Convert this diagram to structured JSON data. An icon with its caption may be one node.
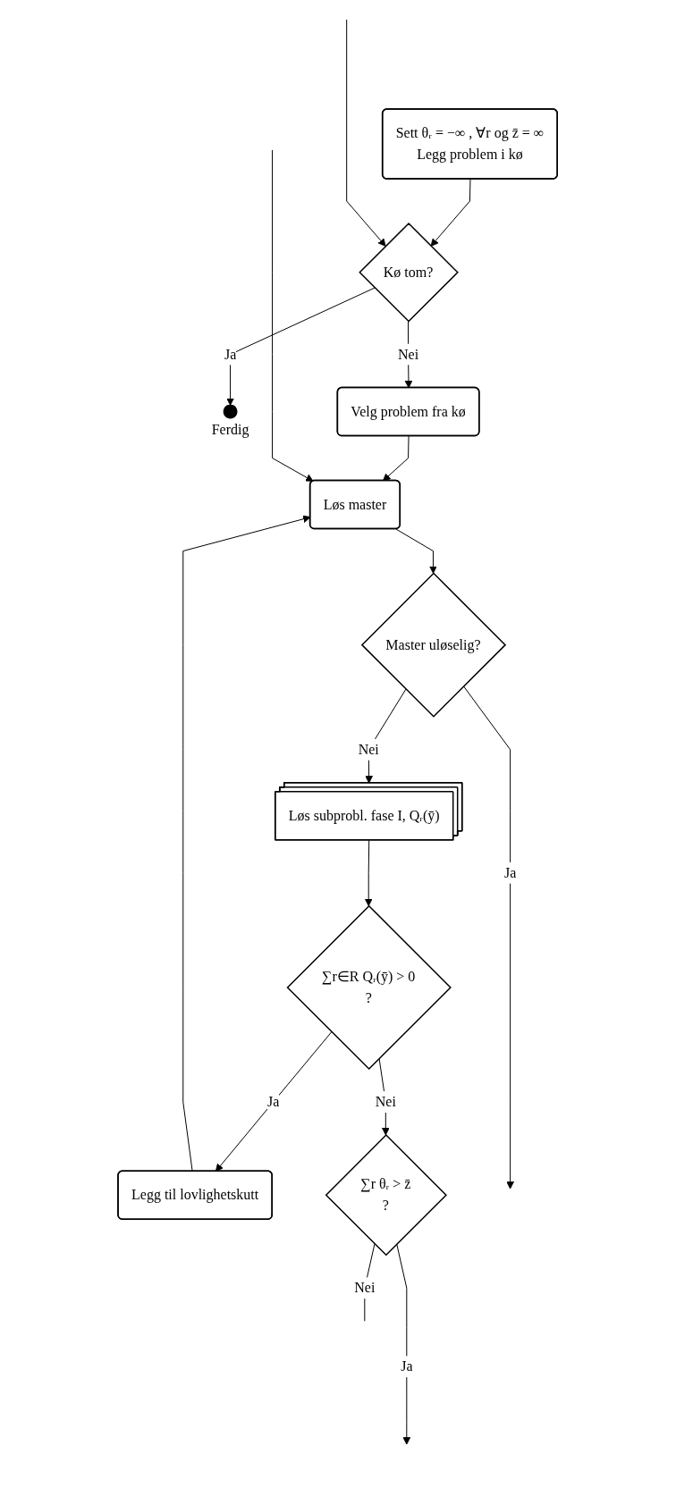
{
  "diagram": {
    "nodes": [
      {
        "text": [
          "Sett θᵣ = −∞ , ∀r og z̄ = ∞",
          "Legg problem i kø"
        ]
      },
      {
        "text": [
          "Kø tom?"
        ]
      },
      {
        "text": [],
        "shape": "circle",
        "beside": [
          "Ferdig"
        ]
      },
      {
        "text": [
          "Velg problem fra kø"
        ]
      },
      {
        "text": [
          "Løs master"
        ]
      },
      {
        "text": [
          "Master uløselig?"
        ]
      },
      {
        "text": [
          "Løs subprobl. fase I, Qᵣ(ȳ)"
        ]
      },
      {
        "text": [
          "∑r∈R Qᵣ(ȳ) > 0",
          "?"
        ]
      },
      {
        "text": [
          "Legg til lovlighetskutt"
        ]
      },
      {
        "text": [
          "∑r θᵣ > z̄",
          "?"
        ]
      }
    ],
    "edges": [
      {
        "from": 0,
        "to": 1,
        "arrow": "to"
      },
      {
        "from": null,
        "to": 1,
        "arrow": "to"
      },
      {
        "from": 1,
        "to": 2,
        "arrow": "to",
        "label": "Ja"
      },
      {
        "from": 1,
        "to": 3,
        "arrow": "to",
        "label": "Nei"
      },
      {
        "from": 3,
        "to": 4,
        "arrow": "to"
      },
      {
        "from": 4,
        "to": 5,
        "arrow": "to"
      },
      {
        "from": 5,
        "to": null,
        "arrow": "to",
        "label": "Ja"
      },
      {
        "from": 5,
        "to": 6,
        "arrow": "to",
        "label": "Nei"
      },
      {
        "from": 6,
        "to": 7,
        "arrow": "to"
      },
      {
        "from": 7,
        "to": 8,
        "arrow": "to",
        "label": "Ja"
      },
      {
        "from": 8,
        "to": 4,
        "arrow": "to"
      },
      {
        "from": null,
        "to": 4,
        "arrow": "to"
      },
      {
        "from": 7,
        "to": 9,
        "arrow": "to",
        "label": "Nei"
      },
      {
        "from": 9,
        "to": null,
        "arrow": "to",
        "label": "Ja"
      },
      {
        "from": 9,
        "to": null,
        "arrow": "none",
        "label": "Nei"
      }
    ]
  }
}
